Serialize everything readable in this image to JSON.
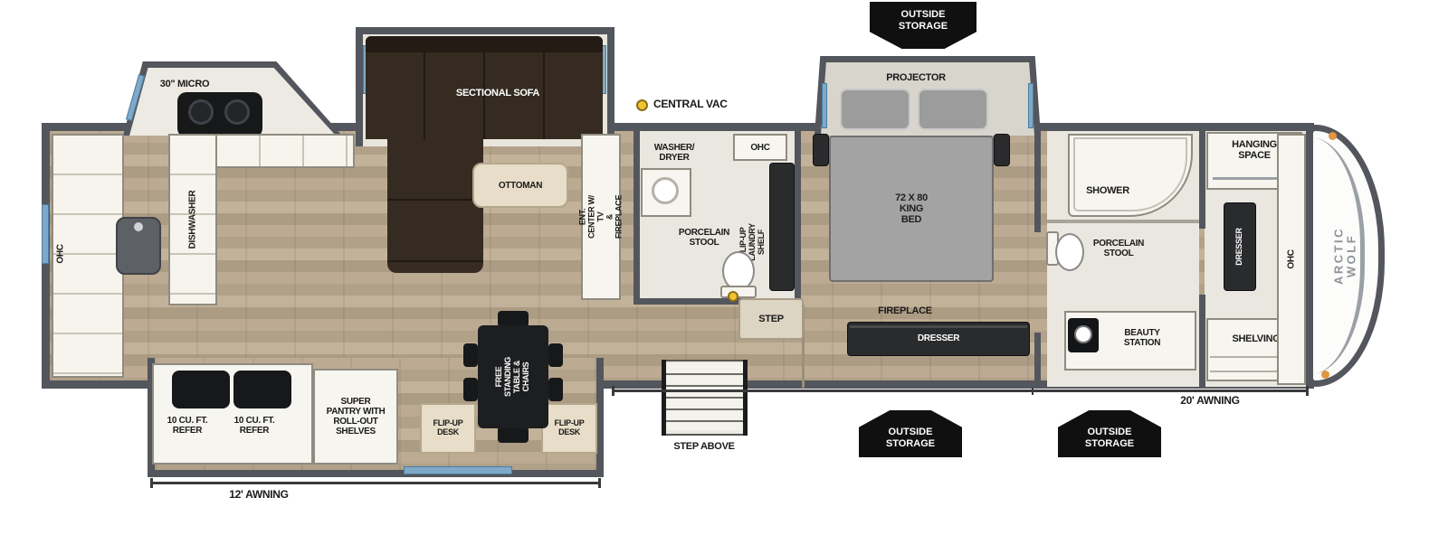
{
  "colors": {
    "wall": "#53565c",
    "floor": "#b7a68d",
    "window": "#7fa9c8",
    "highlight": "#f2c230",
    "storage": "#111111",
    "accent_brand": "#8d939a"
  },
  "plan": {
    "brand_vertical": "ARCTIC WOLF",
    "central_vac": "CENTRAL VAC",
    "step": "STEP",
    "step_above": "STEP ABOVE",
    "awning_front": "20' AWNING",
    "awning_rear": "12' AWNING",
    "storage_top": "OUTSIDE\nSTORAGE",
    "storage_bottom_left": "OUTSIDE\nSTORAGE",
    "storage_bottom_right": "OUTSIDE\nSTORAGE"
  },
  "kitchen": {
    "micro": "30\" MICRO",
    "ohc": "OHC",
    "dishwasher": "DISHWASHER",
    "refer_left": "10 CU. FT.\nREFER",
    "refer_right": "10 CU. FT.\nREFER",
    "pantry": "SUPER\nPANTRY WITH\nROLL-OUT\nSHELVES",
    "table": "FREE STANDING\nTABLE & CHAIRS",
    "desk_left": "FLIP-UP\nDESK",
    "desk_right": "FLIP-UP\nDESK"
  },
  "living": {
    "sofa": "SECTIONAL SOFA",
    "ottoman": "OTTOMAN",
    "ent_center": "ENT. CENTER W/ TV\n& FIREPLACE"
  },
  "mid_bath": {
    "washer_dryer": "WASHER/\nDRYER",
    "ohc": "OHC",
    "stool": "PORCELAIN\nSTOOL",
    "laundry": "FLIP-UP\nLAUNDRY SHELF"
  },
  "bedroom": {
    "projector": "PROJECTOR",
    "bed": "72 X 80\nKING\nBED",
    "fireplace": "FIREPLACE",
    "dresser": "DRESSER"
  },
  "front_bath": {
    "shower": "SHOWER",
    "stool": "PORCELAIN\nSTOOL",
    "beauty": "BEAUTY\nSTATION"
  },
  "closet": {
    "hanging": "HANGING\nSPACE",
    "dresser": "DRESSER",
    "shelving": "SHELVING",
    "ohc": "OHC"
  }
}
